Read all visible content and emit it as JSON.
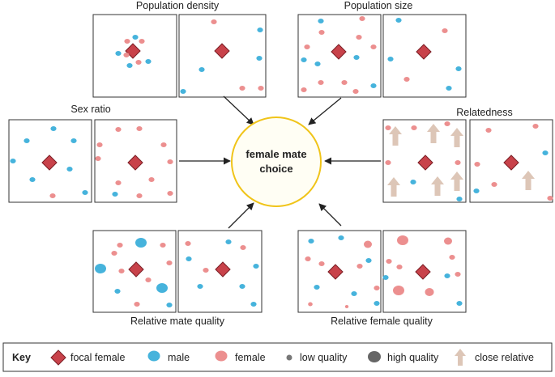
{
  "center_label": [
    "female mate",
    "choice"
  ],
  "groups": {
    "population_density": "Population density",
    "population_size": "Population size",
    "sex_ratio": "Sex ratio",
    "relatedness": "Relatedness",
    "relative_mate_quality": "Relative mate quality",
    "relative_female_quality": "Relative female quality"
  },
  "key": {
    "title": "Key",
    "items": [
      "focal female",
      "male",
      "female",
      "low quality",
      "high quality",
      "close relative"
    ]
  },
  "colors": {
    "focal_female": "#c8424a",
    "male": "#46b3dc",
    "female": "#ec8f8f",
    "low_quality": "#777777",
    "high_quality": "#666666",
    "close_relative": "#ddc6b7",
    "center_circle": "#f0c419",
    "center_fill": "#fffef4"
  }
}
